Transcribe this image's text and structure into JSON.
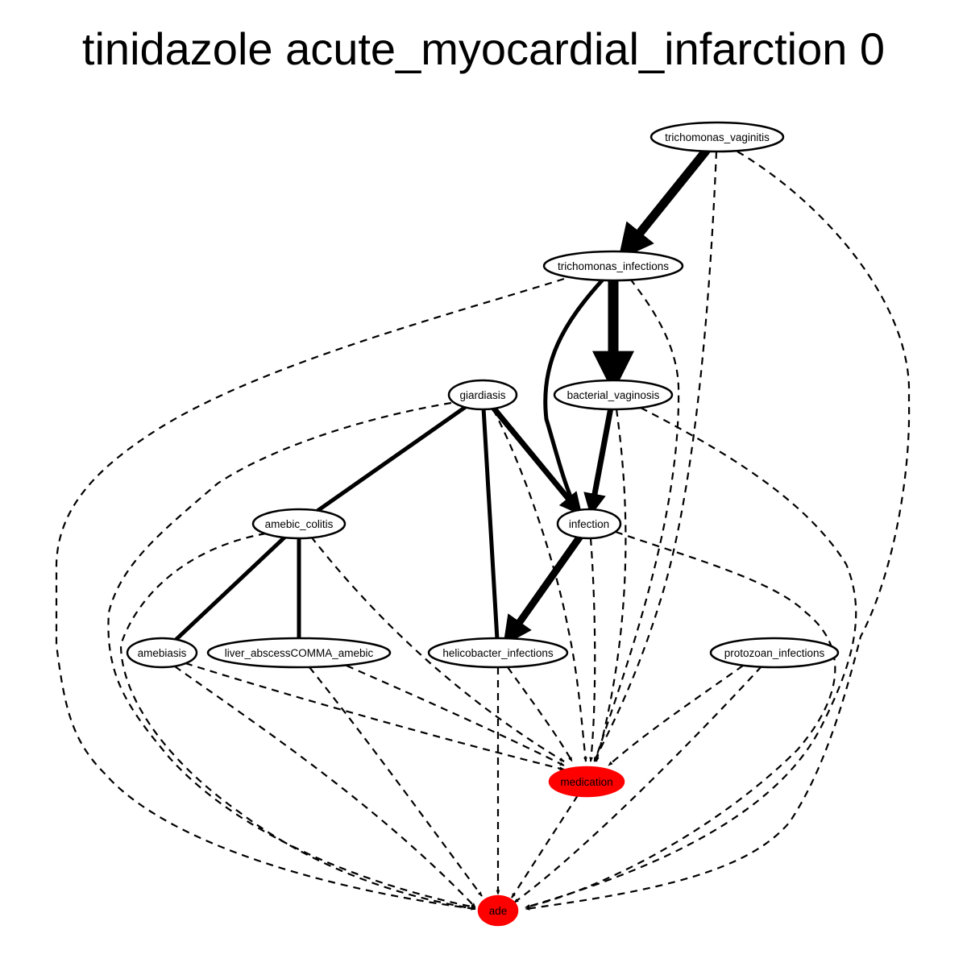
{
  "title": "tinidazole acute_myocardial_infarction 0",
  "colors": {
    "highlight": "#ff0000",
    "stroke": "#000000",
    "background": "#ffffff"
  },
  "nodes": [
    {
      "id": "trichomonas_vaginitis",
      "label": "trichomonas_vaginitis",
      "highlight": false
    },
    {
      "id": "trichomonas_infections",
      "label": "trichomonas_infections",
      "highlight": false
    },
    {
      "id": "giardiasis",
      "label": "giardiasis",
      "highlight": false
    },
    {
      "id": "bacterial_vaginosis",
      "label": "bacterial_vaginosis",
      "highlight": false
    },
    {
      "id": "amebic_colitis",
      "label": "amebic_colitis",
      "highlight": false
    },
    {
      "id": "infection",
      "label": "infection",
      "highlight": false
    },
    {
      "id": "amebiasis",
      "label": "amebiasis",
      "highlight": false
    },
    {
      "id": "liver_abscess",
      "label": "liver_abscessCOMMA_amebic",
      "highlight": false
    },
    {
      "id": "helicobacter_infections",
      "label": "helicobacter_infections",
      "highlight": false
    },
    {
      "id": "protozoan_infections",
      "label": "protozoan_infections",
      "highlight": false
    },
    {
      "id": "medication",
      "label": "medication",
      "highlight": true
    },
    {
      "id": "ade",
      "label": "ade",
      "highlight": true
    }
  ],
  "edges": [
    {
      "from": "trichomonas_vaginitis",
      "to": "trichomonas_infections",
      "style": "solid",
      "weight": 5
    },
    {
      "from": "trichomonas_infections",
      "to": "bacterial_vaginosis",
      "style": "solid",
      "weight": 6
    },
    {
      "from": "trichomonas_infections",
      "to": "infection",
      "style": "solid",
      "weight": 2
    },
    {
      "from": "giardiasis",
      "to": "infection",
      "style": "solid",
      "weight": 3
    },
    {
      "from": "giardiasis",
      "to": "amebic_colitis",
      "style": "solid",
      "weight": 2
    },
    {
      "from": "giardiasis",
      "to": "helicobacter_infections",
      "style": "solid",
      "weight": 2
    },
    {
      "from": "bacterial_vaginosis",
      "to": "infection",
      "style": "solid",
      "weight": 3
    },
    {
      "from": "amebic_colitis",
      "to": "amebiasis",
      "style": "solid",
      "weight": 2
    },
    {
      "from": "amebic_colitis",
      "to": "liver_abscess",
      "style": "solid",
      "weight": 2
    },
    {
      "from": "infection",
      "to": "helicobacter_infections",
      "style": "solid",
      "weight": 4
    },
    {
      "from": "trichomonas_vaginitis",
      "to": "medication",
      "style": "dashed",
      "weight": 1
    },
    {
      "from": "trichomonas_vaginitis",
      "to": "ade",
      "style": "dashed",
      "weight": 1
    },
    {
      "from": "trichomonas_infections",
      "to": "medication",
      "style": "dashed",
      "weight": 1
    },
    {
      "from": "trichomonas_infections",
      "to": "ade",
      "style": "dashed",
      "weight": 1
    },
    {
      "from": "giardiasis",
      "to": "medication",
      "style": "dashed",
      "weight": 1
    },
    {
      "from": "giardiasis",
      "to": "ade",
      "style": "dashed",
      "weight": 1
    },
    {
      "from": "bacterial_vaginosis",
      "to": "medication",
      "style": "dashed",
      "weight": 1
    },
    {
      "from": "bacterial_vaginosis",
      "to": "ade",
      "style": "dashed",
      "weight": 1
    },
    {
      "from": "amebic_colitis",
      "to": "medication",
      "style": "dashed",
      "weight": 1
    },
    {
      "from": "amebic_colitis",
      "to": "ade",
      "style": "dashed",
      "weight": 1
    },
    {
      "from": "infection",
      "to": "medication",
      "style": "dashed",
      "weight": 1
    },
    {
      "from": "infection",
      "to": "ade",
      "style": "dashed",
      "weight": 1
    },
    {
      "from": "amebiasis",
      "to": "medication",
      "style": "dashed",
      "weight": 1
    },
    {
      "from": "amebiasis",
      "to": "ade",
      "style": "dashed",
      "weight": 1
    },
    {
      "from": "liver_abscess",
      "to": "medication",
      "style": "dashed",
      "weight": 1
    },
    {
      "from": "liver_abscess",
      "to": "ade",
      "style": "dashed",
      "weight": 1
    },
    {
      "from": "helicobacter_infections",
      "to": "medication",
      "style": "dashed",
      "weight": 1
    },
    {
      "from": "helicobacter_infections",
      "to": "ade",
      "style": "dashed",
      "weight": 1
    },
    {
      "from": "protozoan_infections",
      "to": "medication",
      "style": "dashed",
      "weight": 1
    },
    {
      "from": "protozoan_infections",
      "to": "ade",
      "style": "dashed",
      "weight": 1
    },
    {
      "from": "medication",
      "to": "ade",
      "style": "dashed",
      "weight": 1
    }
  ]
}
